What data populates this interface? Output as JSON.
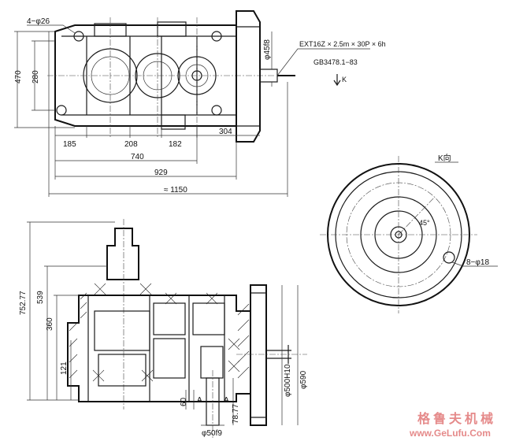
{
  "top_view": {
    "hole_spec": "4−φ26",
    "height_overall": "470",
    "height_inner": "280",
    "shaft_dia": "φ45f8",
    "spline_spec_line1": "EXT16Z × 2.5m × 30P × 6h",
    "spline_spec_line2": "GB3478.1−83",
    "k_arrow": "K",
    "dim_304": "304",
    "dim_185": "185",
    "dim_208": "208",
    "dim_182": "182",
    "dim_740": "740",
    "dim_929": "929",
    "dim_1150": "≈ 1150"
  },
  "k_view": {
    "title": "K向",
    "hole_spec": "8−φ18",
    "angle_label": "45°"
  },
  "section_view": {
    "dim_752": "752.77",
    "dim_539": "539",
    "dim_360": "360",
    "dim_121": "121",
    "dim_60": "60",
    "dim_78": "78.77",
    "dim_50f9": "φ50f9",
    "dim_500": "φ500H10",
    "dim_590": "φ590",
    "section_mark_a1": "A",
    "section_mark_a2": "A"
  },
  "watermark": {
    "brand_cn": "格鲁夫机械",
    "url": "www.GeLufu.Com"
  }
}
